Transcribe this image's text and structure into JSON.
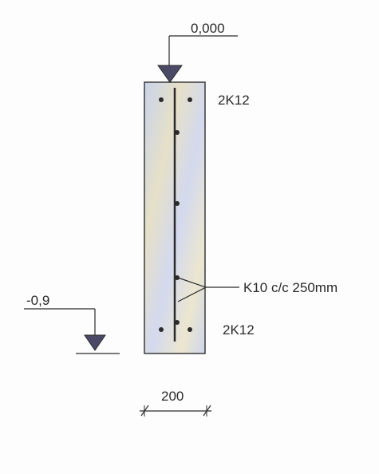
{
  "levels": {
    "top": "0,000",
    "bottom": "-0,9"
  },
  "rebar": {
    "top": "2K12",
    "bottom": "2K12",
    "mesh": "K10 c/c 250mm"
  },
  "dimension": {
    "width": "200"
  },
  "colors": {
    "concrete_a": "#cfd9ec",
    "concrete_b": "#e9e3c6",
    "line": "#2b2b2b",
    "level_marker": "#4a4a66"
  }
}
